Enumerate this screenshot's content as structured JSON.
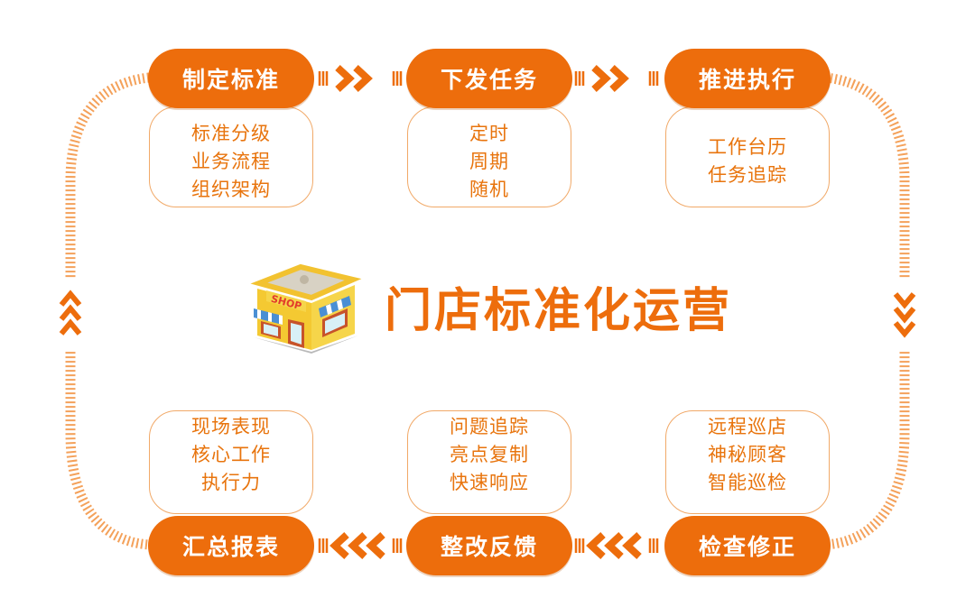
{
  "title": "门店标准化运营",
  "steps": {
    "s1": {
      "label": "制定标准",
      "items": [
        "标准分级",
        "业务流程",
        "组织架构"
      ]
    },
    "s2": {
      "label": "下发任务",
      "items": [
        "定时",
        "周期",
        "随机"
      ]
    },
    "s3": {
      "label": "推进执行",
      "items": [
        "工作台历",
        "任务追踪"
      ]
    },
    "s4": {
      "label": "检查修正",
      "items": [
        "远程巡店",
        "神秘顾客",
        "智能巡检"
      ]
    },
    "s5": {
      "label": "整改反馈",
      "items": [
        "问题追踪",
        "亮点复制",
        "快速响应"
      ]
    },
    "s6": {
      "label": "汇总报表",
      "items": [
        "现场表现",
        "核心工作",
        "执行力"
      ]
    }
  },
  "shop_sign": "SHOP",
  "icons": {
    "shop": "shop-building-icon",
    "flow_right": "double-chevron-right-icon",
    "flow_left": "double-chevron-left-icon",
    "flow_up": "double-chevron-up-icon",
    "flow_down": "double-chevron-down-icon"
  },
  "colors": {
    "accent": "#ed6d0c",
    "text_accent": "#e8740d",
    "card_border": "#f1a968",
    "dash": "#f4a15a"
  }
}
